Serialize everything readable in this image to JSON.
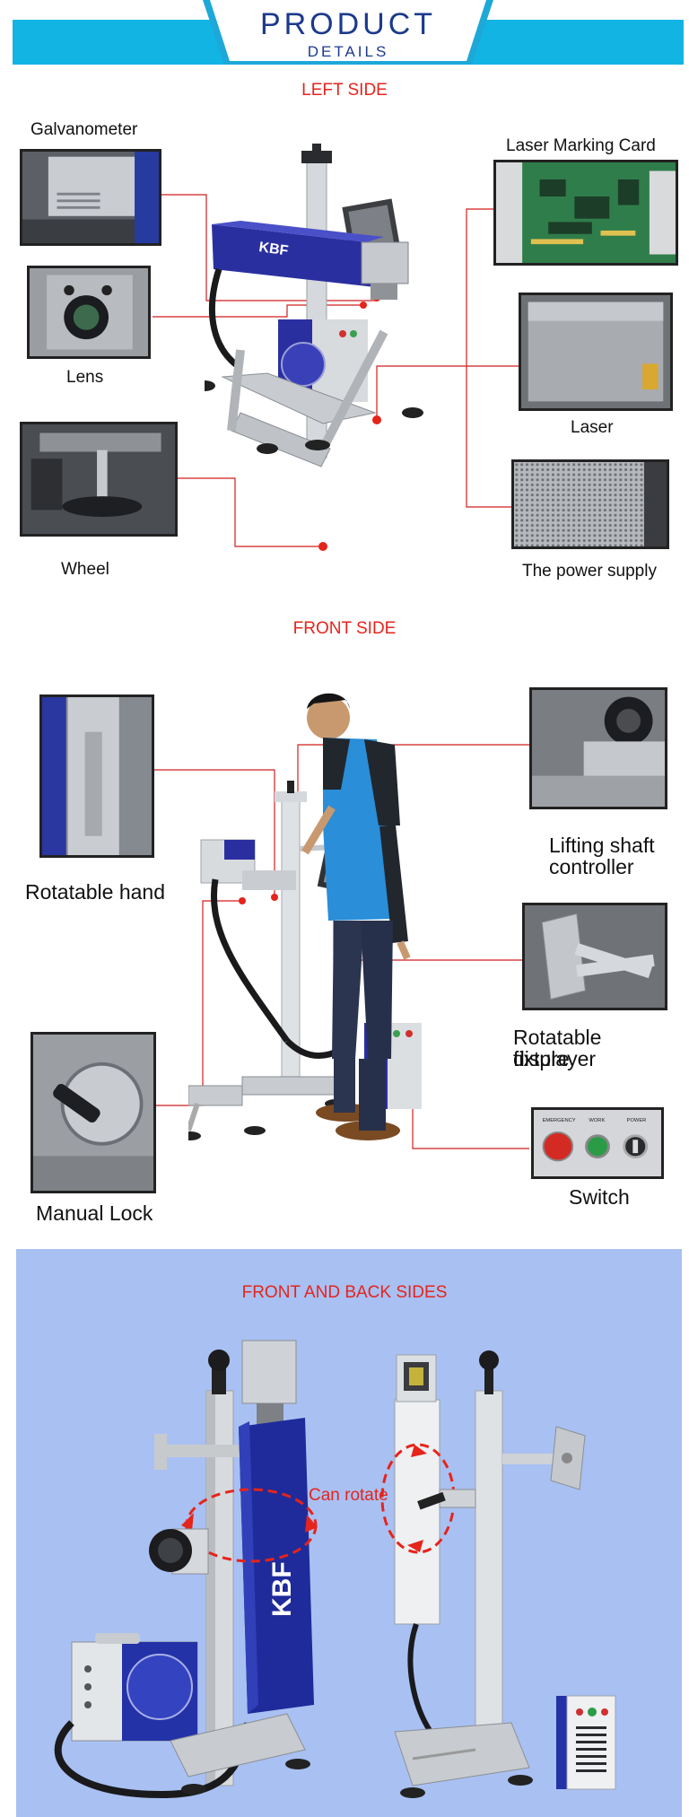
{
  "banner": {
    "title": "PRODUCT",
    "subtitle": "DETAILS"
  },
  "sections": {
    "left": {
      "title": "LEFT SIDE",
      "labels": {
        "galvanometer": "Galvanometer",
        "lens": "Lens",
        "wheel": "Wheel",
        "card": "Laser Marking Card",
        "laser": "Laser",
        "power": "The power supply"
      },
      "brand": "KBF"
    },
    "front": {
      "title": "FRONT SIDE",
      "labels": {
        "rotatable_hand": "Rotatable hand",
        "manual_lock": "Manual Lock",
        "lifting_line1": "Lifting shaft",
        "lifting_line2": "controller",
        "displayer_line1": "Rotatable displayer",
        "displayer_line2": "fixture",
        "switch": "Switch"
      },
      "switch_labels": [
        "EMERGENCY",
        "WORK",
        "POWER"
      ]
    },
    "back": {
      "title": "FRONT AND BACK SIDES",
      "annotation": "Can rotate",
      "brand": "KBF"
    }
  },
  "colors": {
    "banner": "#12b4e4",
    "banner_tab": "#1c3a8c",
    "accent_red": "#e5241c",
    "machine_blue": "#2a2fa0",
    "panel_bg": "#a9c0f2"
  }
}
